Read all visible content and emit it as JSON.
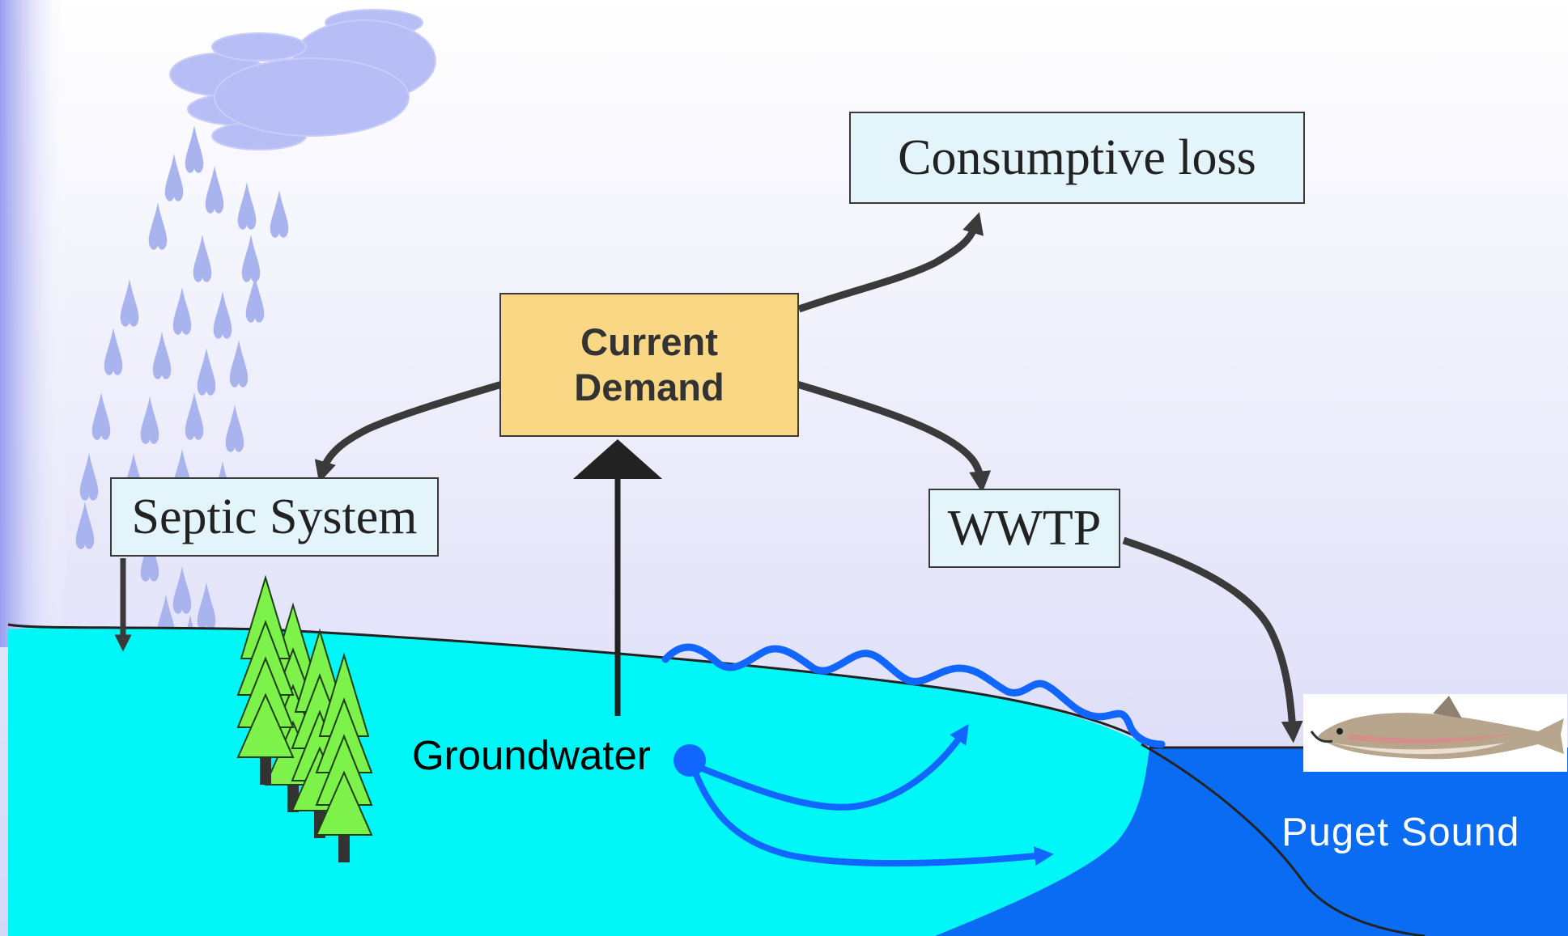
{
  "nodes": {
    "consumptive_loss": "Consumptive loss",
    "current_demand_line1": "Current",
    "current_demand_line2": "Demand",
    "septic_system": "Septic System",
    "wwtp": "WWTP",
    "groundwater": "Groundwater",
    "puget_sound": "Puget Sound"
  },
  "edges": [
    {
      "from": "Groundwater",
      "to": "Current Demand"
    },
    {
      "from": "Current Demand",
      "to": "Consumptive loss"
    },
    {
      "from": "Current Demand",
      "to": "Septic System"
    },
    {
      "from": "Current Demand",
      "to": "WWTP"
    },
    {
      "from": "WWTP",
      "to": "Puget Sound"
    },
    {
      "from": "Septic System",
      "to": "Groundwater"
    },
    {
      "from": "Groundwater",
      "to": "Puget Sound"
    }
  ],
  "icons": [
    "rain-cloud-icon",
    "raindrop-icon",
    "tree-icon",
    "salmon-icon"
  ],
  "colors": {
    "land": "#00f7f7",
    "sea": "#0a6cf2",
    "sky_top": "#ffffff",
    "sky_bottom": "#d6d6f7",
    "cloud": "#b7bdf5",
    "rain": "#a9b3ee",
    "tree": "#7cf24a",
    "groundwater_flow": "#1166ff",
    "arrow": "#3a3a3a",
    "demand_box": "#f9d785",
    "text_box": "#e3f4fb"
  }
}
